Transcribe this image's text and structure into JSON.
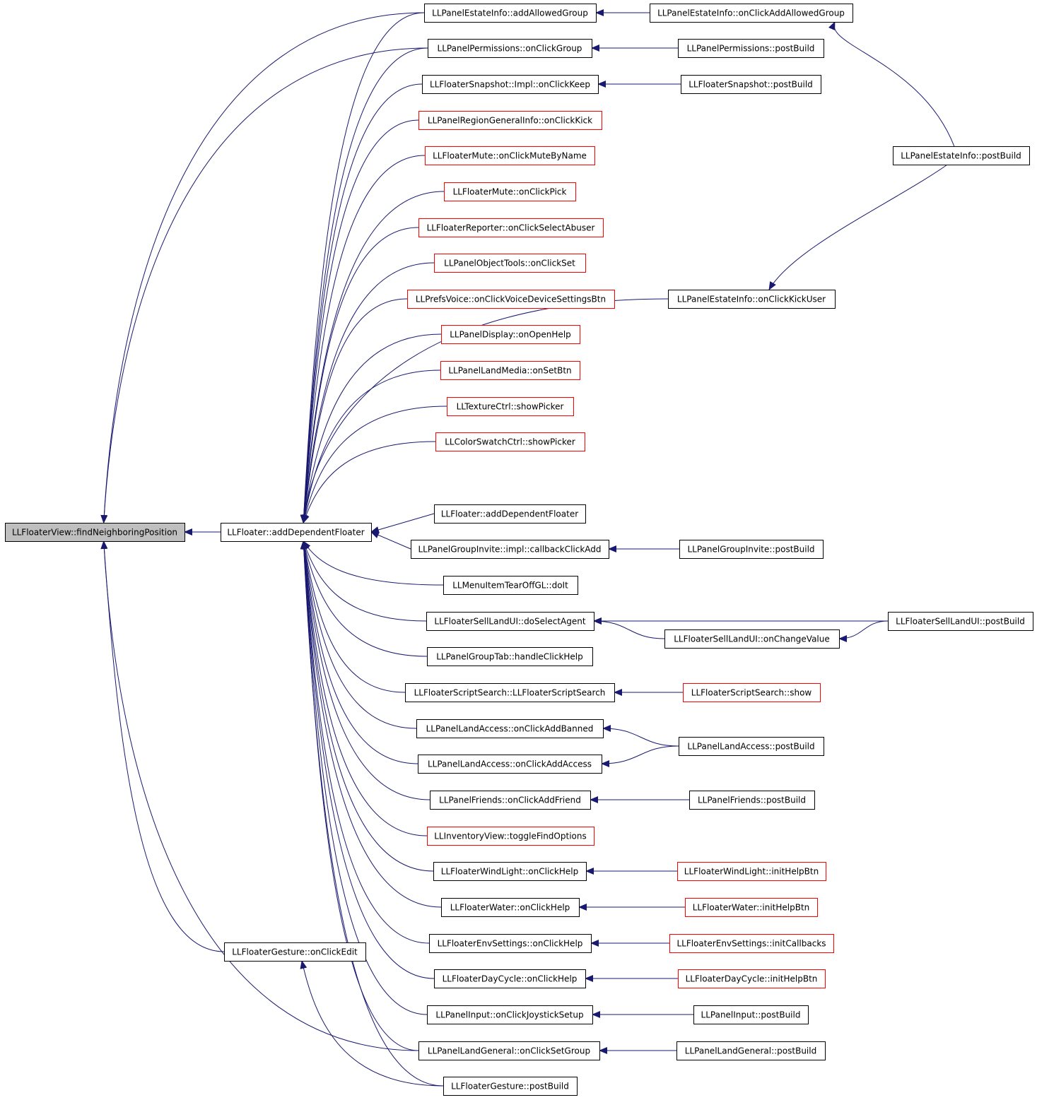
{
  "colors": {
    "edge": "#191970",
    "node_border": "#000000",
    "node_border_undocumented": "#ff0000",
    "node_fill_focus": "#bfbfbf",
    "background": "#ffffff"
  },
  "nodes": {
    "n0": {
      "label": "LLFloaterView::findNeighboringPosition",
      "style": "focus"
    },
    "n1": {
      "label": "LLFloater::addDependentFloater",
      "style": "normal"
    },
    "n2": {
      "label": "LLFloaterGesture::onClickEdit",
      "style": "normal"
    },
    "m0": {
      "label": "LLPanelEstateInfo::addAllowedGroup",
      "style": "normal"
    },
    "m1": {
      "label": "LLPanelPermissions::onClickGroup",
      "style": "normal"
    },
    "m2": {
      "label": "LLFloaterSnapshot::Impl::onClickKeep",
      "style": "normal"
    },
    "m3": {
      "label": "LLPanelRegionGeneralInfo::onClickKick",
      "style": "undocumented"
    },
    "m4": {
      "label": "LLFloaterMute::onClickMuteByName",
      "style": "undocumented"
    },
    "m5": {
      "label": "LLFloaterMute::onClickPick",
      "style": "undocumented"
    },
    "m6": {
      "label": "LLFloaterReporter::onClickSelectAbuser",
      "style": "undocumented"
    },
    "m7": {
      "label": "LLPanelObjectTools::onClickSet",
      "style": "undocumented"
    },
    "m8": {
      "label": "LLPrefsVoice::onClickVoiceDeviceSettingsBtn",
      "style": "undocumented"
    },
    "m9": {
      "label": "LLPanelDisplay::onOpenHelp",
      "style": "undocumented"
    },
    "m10": {
      "label": "LLPanelLandMedia::onSetBtn",
      "style": "undocumented"
    },
    "m11": {
      "label": "LLTextureCtrl::showPicker",
      "style": "undocumented"
    },
    "m12": {
      "label": "LLColorSwatchCtrl::showPicker",
      "style": "undocumented"
    },
    "m13": {
      "label": "LLFloater::addDependentFloater",
      "style": "normal"
    },
    "m14": {
      "label": "LLPanelGroupInvite::impl::callbackClickAdd",
      "style": "normal"
    },
    "m15": {
      "label": "LLMenuItemTearOffGL::doIt",
      "style": "normal"
    },
    "m16": {
      "label": "LLFloaterSellLandUI::doSelectAgent",
      "style": "normal"
    },
    "m17": {
      "label": "LLPanelGroupTab::handleClickHelp",
      "style": "normal"
    },
    "m18": {
      "label": "LLFloaterScriptSearch::LLFloaterScriptSearch",
      "style": "normal"
    },
    "m19": {
      "label": "LLPanelLandAccess::onClickAddBanned",
      "style": "normal"
    },
    "m20": {
      "label": "LLPanelLandAccess::onClickAddAccess",
      "style": "normal"
    },
    "m21": {
      "label": "LLPanelFriends::onClickAddFriend",
      "style": "normal"
    },
    "m22": {
      "label": "LLInventoryView::toggleFindOptions",
      "style": "undocumented"
    },
    "m23": {
      "label": "LLFloaterWindLight::onClickHelp",
      "style": "normal"
    },
    "m24": {
      "label": "LLFloaterWater::onClickHelp",
      "style": "normal"
    },
    "m25": {
      "label": "LLFloaterEnvSettings::onClickHelp",
      "style": "normal"
    },
    "m26": {
      "label": "LLFloaterDayCycle::onClickHelp",
      "style": "normal"
    },
    "m27": {
      "label": "LLPanelInput::onClickJoystickSetup",
      "style": "normal"
    },
    "m28": {
      "label": "LLPanelLandGeneral::onClickSetGroup",
      "style": "normal"
    },
    "m29": {
      "label": "LLFloaterGesture::postBuild",
      "style": "normal"
    },
    "r0": {
      "label": "LLPanelEstateInfo::onClickAddAllowedGroup",
      "style": "normal"
    },
    "r1": {
      "label": "LLPanelPermissions::postBuild",
      "style": "normal"
    },
    "r2": {
      "label": "LLFloaterSnapshot::postBuild",
      "style": "normal"
    },
    "r3": {
      "label": "LLPanelEstateInfo::onClickKickUser",
      "style": "normal"
    },
    "r4": {
      "label": "LLPanelGroupInvite::postBuild",
      "style": "normal"
    },
    "r5": {
      "label": "LLFloaterSellLandUI::onChangeValue",
      "style": "normal"
    },
    "r6": {
      "label": "LLFloaterScriptSearch::show",
      "style": "undocumented"
    },
    "r7": {
      "label": "LLPanelLandAccess::postBuild",
      "style": "normal"
    },
    "r8": {
      "label": "LLPanelFriends::postBuild",
      "style": "normal"
    },
    "r9": {
      "label": "LLFloaterWindLight::initHelpBtn",
      "style": "undocumented"
    },
    "r10": {
      "label": "LLFloaterWater::initHelpBtn",
      "style": "undocumented"
    },
    "r11": {
      "label": "LLFloaterEnvSettings::initCallbacks",
      "style": "undocumented"
    },
    "r12": {
      "label": "LLFloaterDayCycle::initHelpBtn",
      "style": "undocumented"
    },
    "r13": {
      "label": "LLPanelInput::postBuild",
      "style": "normal"
    },
    "r14": {
      "label": "LLPanelLandGeneral::postBuild",
      "style": "normal"
    },
    "f0": {
      "label": "LLPanelEstateInfo::postBuild",
      "style": "normal"
    },
    "f1": {
      "label": "LLFloaterSellLandUI::postBuild",
      "style": "normal"
    }
  },
  "edges": [
    [
      "n1",
      "n0"
    ],
    [
      "n2",
      "n0"
    ],
    [
      "m0",
      "n0"
    ],
    [
      "m1",
      "n0"
    ],
    [
      "m28",
      "n0"
    ],
    [
      "m29",
      "n2"
    ],
    [
      "m0",
      "n1"
    ],
    [
      "m1",
      "n1"
    ],
    [
      "m2",
      "n1"
    ],
    [
      "m3",
      "n1"
    ],
    [
      "m4",
      "n1"
    ],
    [
      "m5",
      "n1"
    ],
    [
      "m6",
      "n1"
    ],
    [
      "m7",
      "n1"
    ],
    [
      "m8",
      "n1"
    ],
    [
      "m9",
      "n1"
    ],
    [
      "m10",
      "n1"
    ],
    [
      "m11",
      "n1"
    ],
    [
      "m12",
      "n1"
    ],
    [
      "r3",
      "n1"
    ],
    [
      "m13",
      "n1"
    ],
    [
      "m14",
      "n1"
    ],
    [
      "m15",
      "n1"
    ],
    [
      "m16",
      "n1"
    ],
    [
      "m17",
      "n1"
    ],
    [
      "m18",
      "n1"
    ],
    [
      "m19",
      "n1"
    ],
    [
      "m20",
      "n1"
    ],
    [
      "m21",
      "n1"
    ],
    [
      "m22",
      "n1"
    ],
    [
      "m23",
      "n1"
    ],
    [
      "m24",
      "n1"
    ],
    [
      "m25",
      "n1"
    ],
    [
      "m26",
      "n1"
    ],
    [
      "m27",
      "n1"
    ],
    [
      "m28",
      "n1"
    ],
    [
      "m29",
      "n1"
    ],
    [
      "r0",
      "m0"
    ],
    [
      "r1",
      "m1"
    ],
    [
      "r2",
      "m2"
    ],
    [
      "r4",
      "m14"
    ],
    [
      "r5",
      "m16"
    ],
    [
      "f1",
      "m16"
    ],
    [
      "r6",
      "m18"
    ],
    [
      "r7",
      "m19"
    ],
    [
      "r7",
      "m20"
    ],
    [
      "r8",
      "m21"
    ],
    [
      "r9",
      "m23"
    ],
    [
      "r10",
      "m24"
    ],
    [
      "r11",
      "m25"
    ],
    [
      "r12",
      "m26"
    ],
    [
      "r13",
      "m27"
    ],
    [
      "r14",
      "m28"
    ],
    [
      "f0",
      "r0"
    ],
    [
      "f0",
      "r3"
    ],
    [
      "f1",
      "r5"
    ]
  ]
}
